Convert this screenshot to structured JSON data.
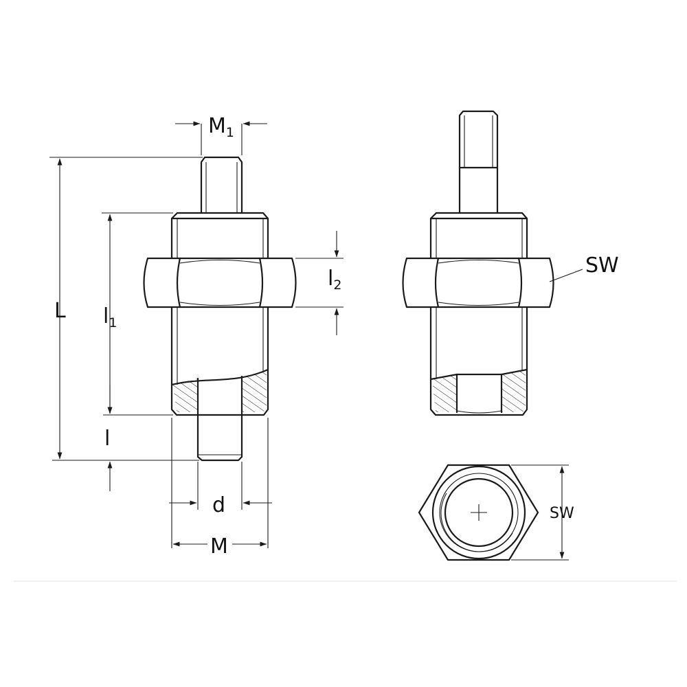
{
  "labels": {
    "M1": "M",
    "M1_sub": "1",
    "L": "L",
    "l1": "l",
    "l1_sub": "1",
    "l2": "l",
    "l2_sub": "2",
    "l": "l",
    "d": "d",
    "M": "M",
    "SW_side": "SW",
    "SW_top": "SW"
  },
  "colors": {
    "line": "#1a1a1a",
    "background": "#ffffff",
    "separator": "#e6e6e6"
  }
}
